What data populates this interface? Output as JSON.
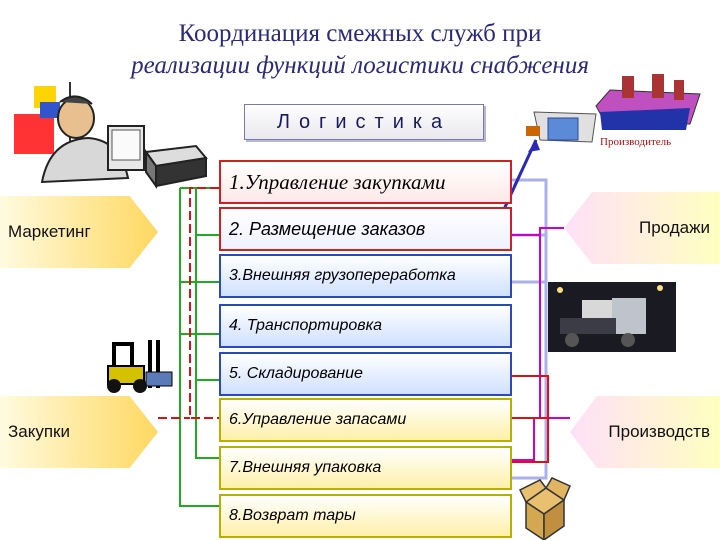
{
  "title": {
    "line1": "Координация смежных служб при",
    "line2": "реализации функций логистики снабжения"
  },
  "logistics_label": "Логистика",
  "producer_label": "Производитель",
  "functions": [
    "1.Управление закупками",
    "2. Размещение заказов",
    "3.Внешняя грузопереработка",
    "4. Транспортировка",
    "5. Складирование",
    "6.Управление запасами",
    "7.Внешняя упаковка",
    "8.Возврат тары"
  ],
  "left_services": [
    "Маркетинг",
    "Закупки"
  ],
  "right_services": [
    "Продажи",
    "Производств"
  ],
  "colors": {
    "title": "#2a2a7a",
    "box_blue_border": "#2a4ab8",
    "box_red_border": "#cc2222",
    "line_green": "#22aa22",
    "line_red": "#dd1111",
    "line_magenta": "#cc00cc",
    "line_lavender": "#aab0e8",
    "arrow": "#2a2ab8"
  },
  "icons": [
    "office-worker-icon",
    "printer-icon",
    "factory-icon",
    "truck-icon",
    "forklift-icon",
    "cardboard-box-icon"
  ]
}
